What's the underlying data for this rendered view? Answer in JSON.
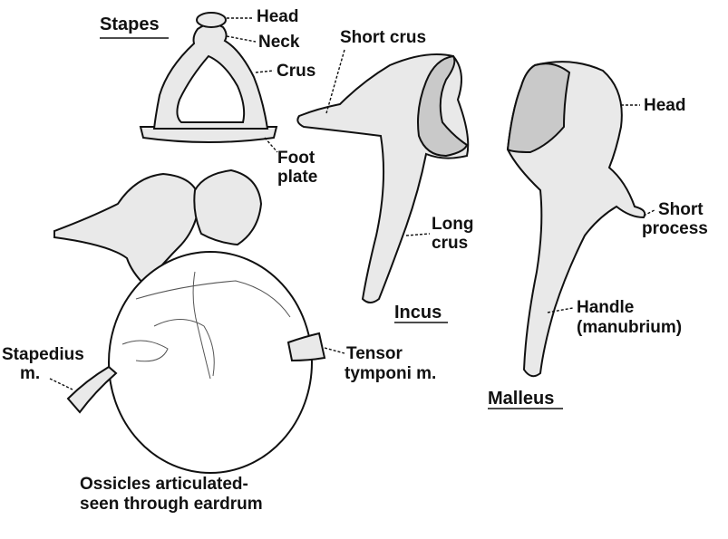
{
  "stapes": {
    "title": "Stapes",
    "labels": {
      "head": "Head",
      "neck": "Neck",
      "crus": "Crus",
      "foot1": "Foot",
      "foot2": "plate"
    }
  },
  "incus": {
    "title": "Incus",
    "labels": {
      "short_crus": "Short crus",
      "long1": "Long",
      "long2": "crus"
    }
  },
  "malleus": {
    "title": "Malleus",
    "labels": {
      "head": "Head",
      "short1": "Short",
      "short2": "process",
      "handle1": "Handle",
      "handle2": "(manubrium)"
    }
  },
  "articulated": {
    "caption1": "Ossicles articulated-",
    "caption2": "seen through eardrum",
    "labels": {
      "stapedius1": "Stapedius",
      "stapedius2": "m.",
      "tensor1": "Tensor",
      "tensor2": "tymponi m."
    }
  },
  "colors": {
    "ink": "#111111",
    "bone": "#e9e9e9",
    "background": "#ffffff"
  }
}
